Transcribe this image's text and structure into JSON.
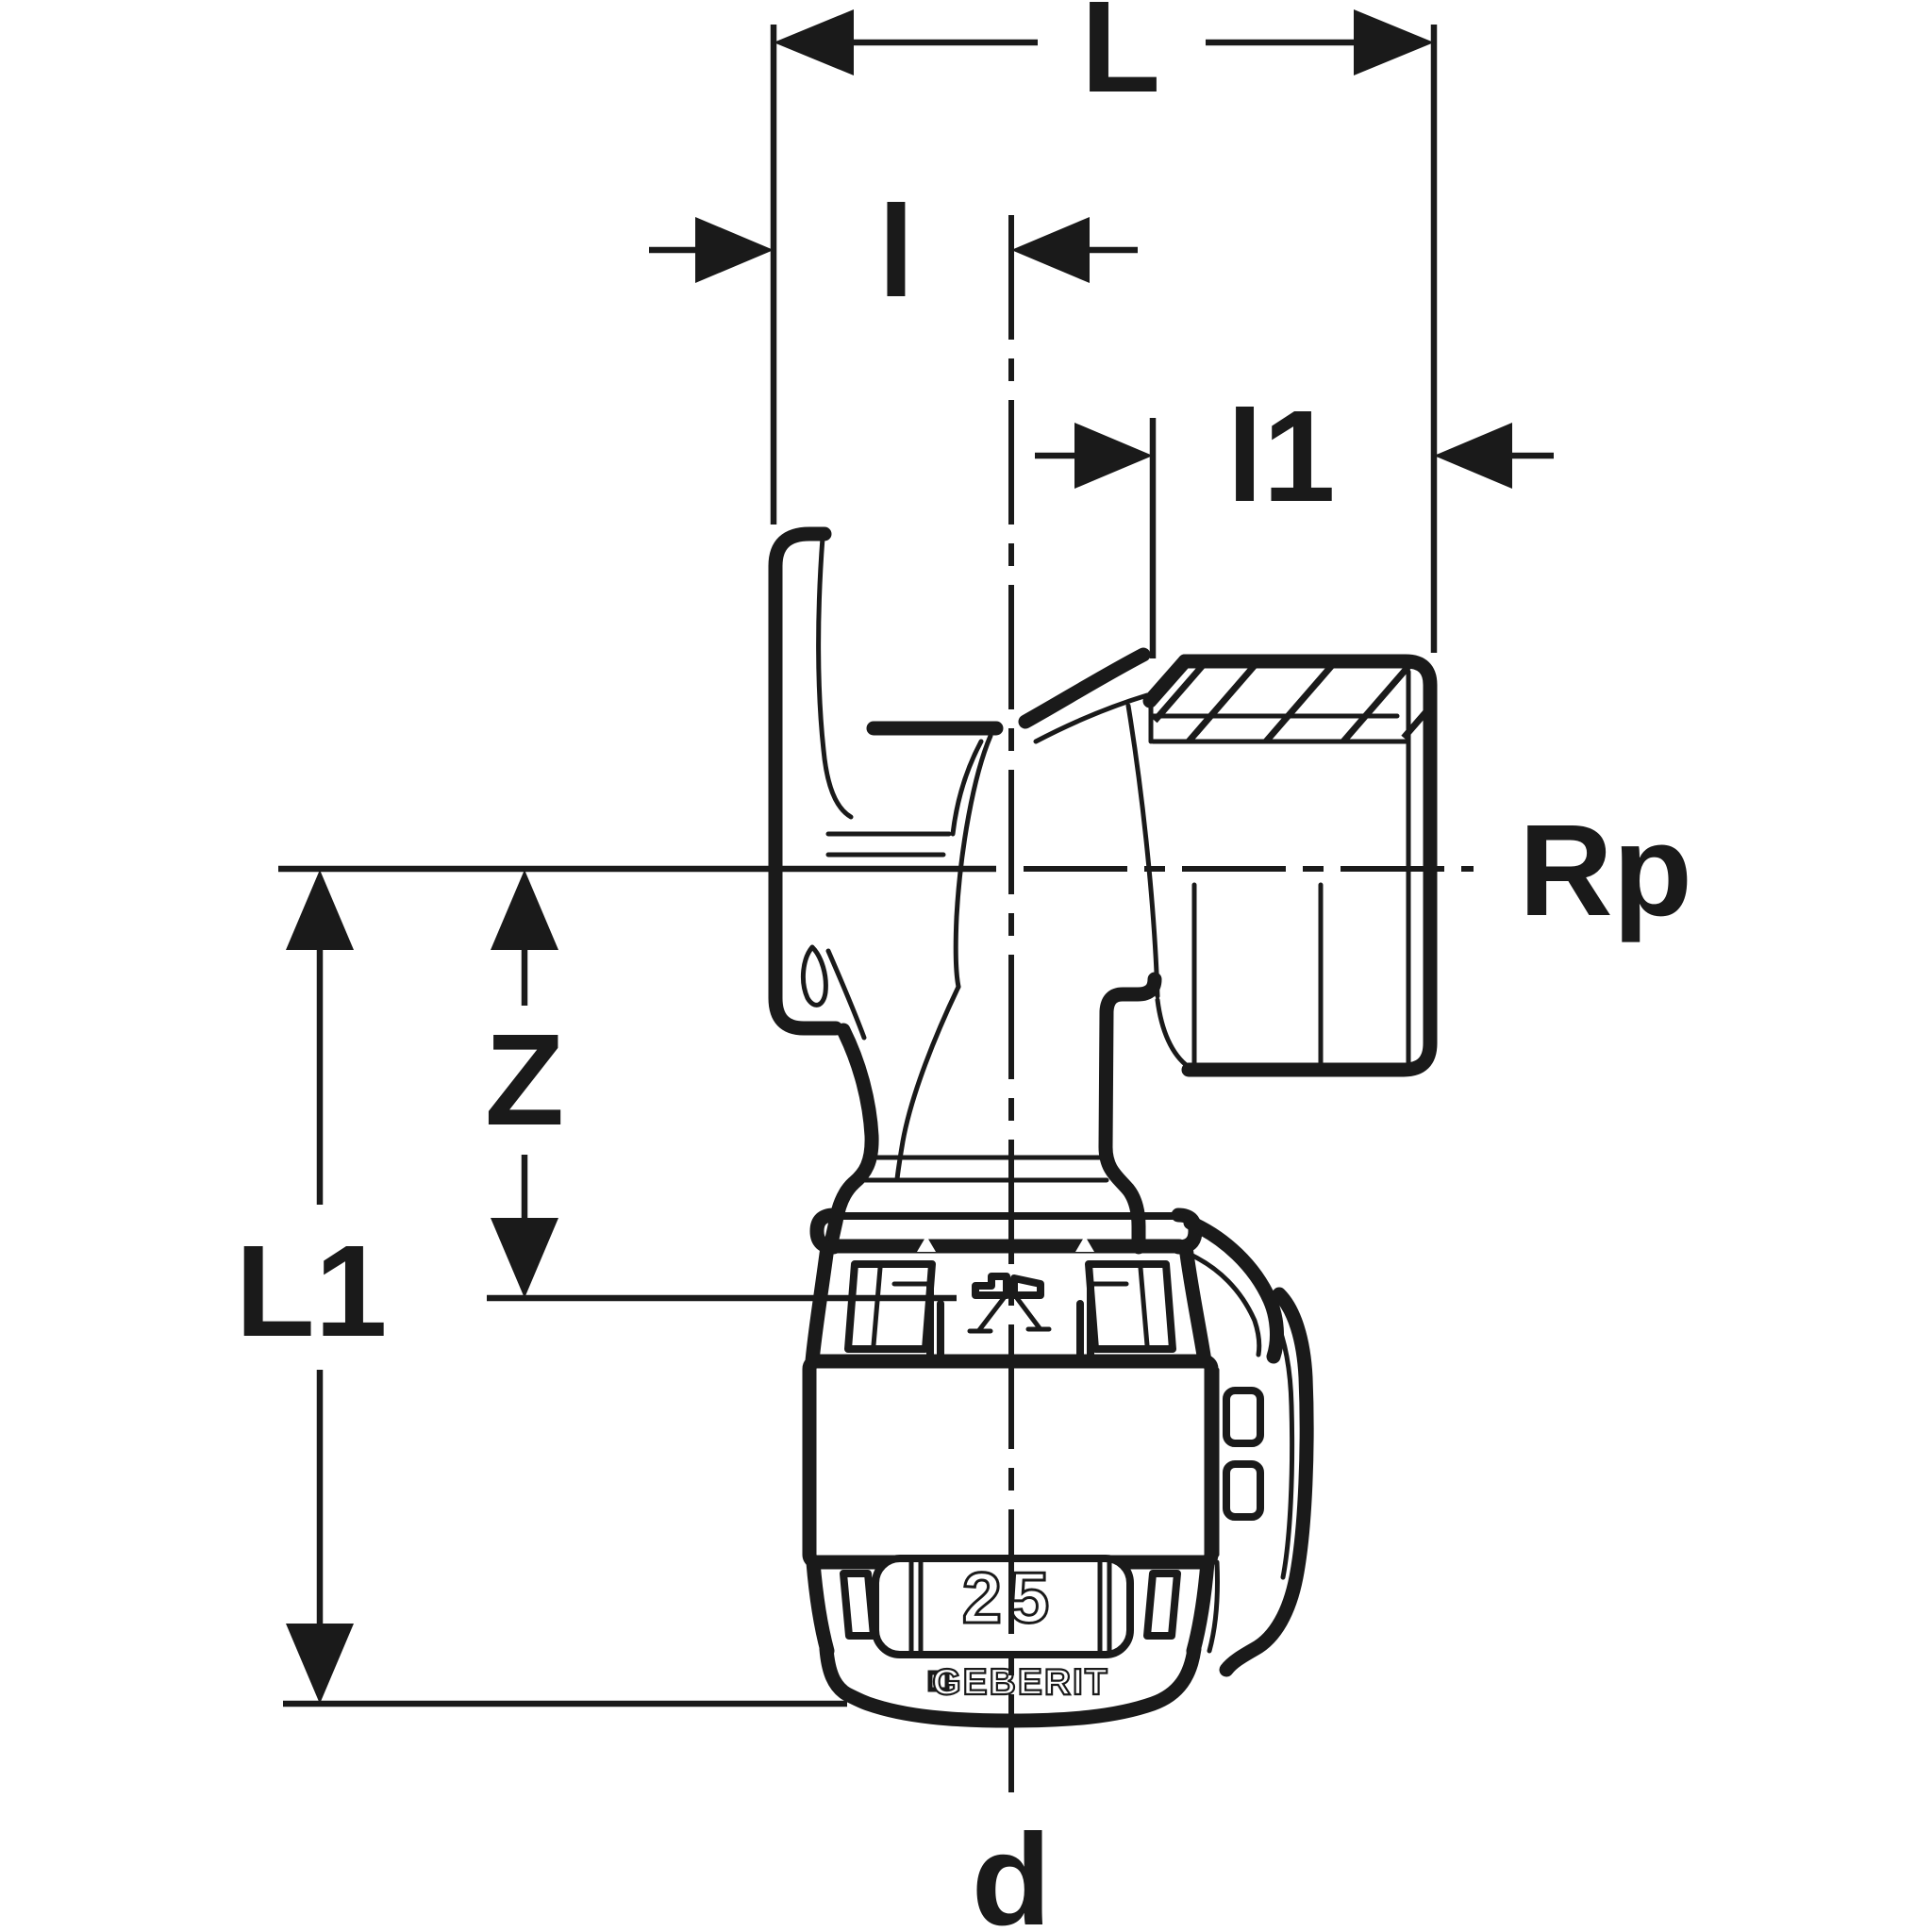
{
  "figure": {
    "type": "technical-dimension-drawing",
    "colors": {
      "line": "#1a1a1a",
      "background": "#ffffff"
    },
    "dimension_labels": {
      "L": "L",
      "l": "l",
      "l1": "l1",
      "Rp": "Rp",
      "Z": "Z",
      "L1": "L1",
      "d": "d"
    },
    "fitting_markings": {
      "size": "25",
      "brand": "GEBERIT"
    }
  }
}
